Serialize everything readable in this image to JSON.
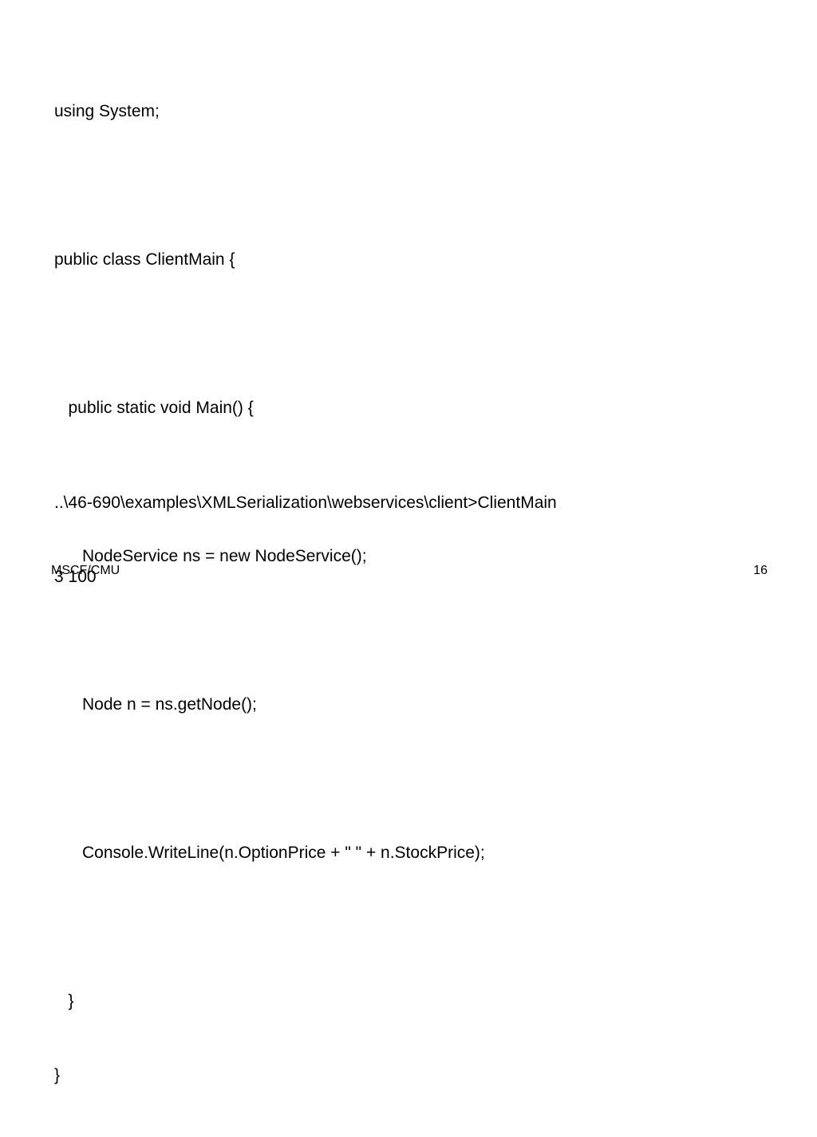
{
  "code": {
    "lines": [
      "using System;",
      "",
      "public class ClientMain {",
      "",
      "   public static void Main() {",
      "",
      "      NodeService ns = new NodeService();",
      "",
      "      Node n = ns.getNode();",
      "",
      "      Console.WriteLine(n.OptionPrice + \" \" + n.StockPrice);",
      "",
      "   }",
      "}"
    ]
  },
  "output": {
    "lines": [
      "..\\46-690\\examples\\XMLSerialization\\webservices\\client>ClientMain",
      "3 100"
    ]
  },
  "footer": {
    "left": "MSCF/CMU",
    "page_number": "16"
  }
}
